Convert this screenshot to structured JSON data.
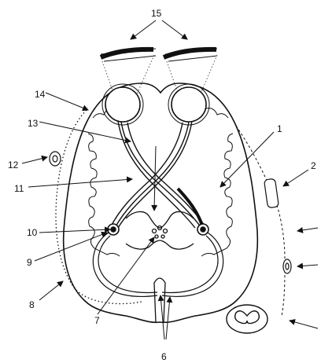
{
  "labels": [
    {
      "key": "l1",
      "text": "1"
    },
    {
      "key": "l2",
      "text": "2"
    },
    {
      "key": "l6",
      "text": "6"
    },
    {
      "key": "l7",
      "text": "7"
    },
    {
      "key": "l8",
      "text": "8"
    },
    {
      "key": "l9",
      "text": "9"
    },
    {
      "key": "l10",
      "text": "10"
    },
    {
      "key": "l11",
      "text": "11"
    },
    {
      "key": "l12",
      "text": "12"
    },
    {
      "key": "l13",
      "text": "13"
    },
    {
      "key": "l14",
      "text": "14"
    },
    {
      "key": "l15",
      "text": "15"
    }
  ],
  "colors": {
    "ink": "#111111",
    "fill": "#ffffff"
  }
}
